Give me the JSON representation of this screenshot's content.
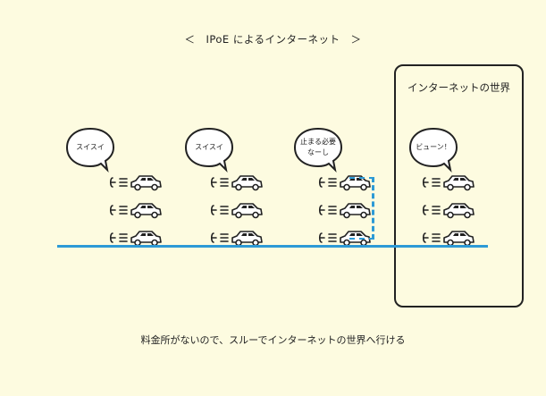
{
  "title": "＜　IPoE によるインターネット　＞",
  "internet_box": {
    "label": "インターネットの世界"
  },
  "bubbles": [
    {
      "text": "スイスイ"
    },
    {
      "text": "スイスイ"
    },
    {
      "text": "止まる必要\nなーし"
    },
    {
      "text": "ビューン！"
    }
  ],
  "car_lanes": 4,
  "cars_per_lane": 3,
  "car_icon": "speeding-car-icon",
  "caption": "料金所がないので、スルーでインターネットの世界へ行ける",
  "colors": {
    "background": "#fdfbe0",
    "road": "#2d9ad6",
    "outline": "#222222"
  }
}
